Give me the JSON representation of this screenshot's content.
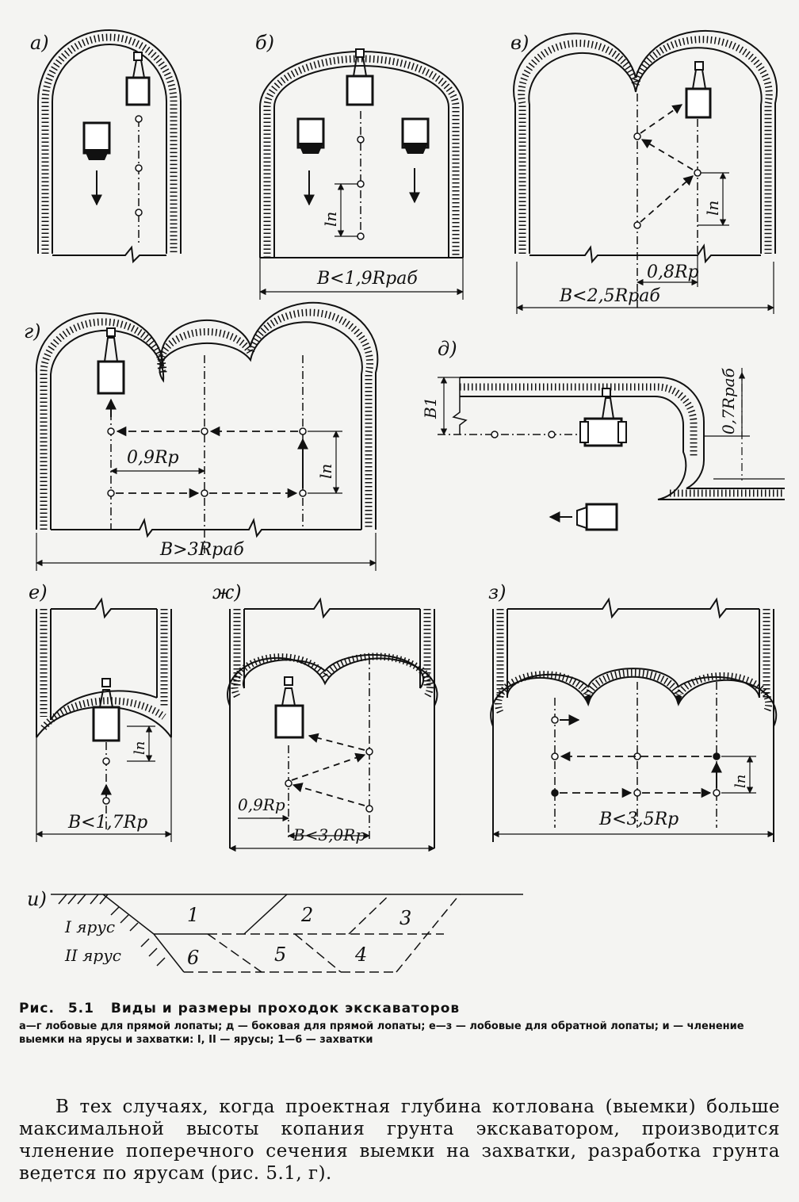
{
  "figure": {
    "panels": {
      "a": "а)",
      "b": "б)",
      "v": "в)",
      "g": "г)",
      "d": "д)",
      "e": "е)",
      "zh": "ж)",
      "z": "з)",
      "i": "и)"
    },
    "dims": {
      "b_width": "B<1,9Rраб",
      "v_width": "B<2,5Rраб",
      "v_step": "0,8Rр",
      "g_width": "B>3Rраб",
      "g_step": "0,9Rр",
      "d_b1": "B1",
      "d_r": "0,7Rраб",
      "e_width": "B<1,7Rр",
      "zh_step": "0,9Rр",
      "zh_width": "B<3,0Rр",
      "z_width": "B<3,5Rр",
      "lp": "lп"
    },
    "tiers": {
      "tier1": "I ярус",
      "tier2": "II ярус",
      "zones": [
        "1",
        "2",
        "3",
        "4",
        "5",
        "6"
      ]
    }
  },
  "caption": {
    "label": "Рис.",
    "number": "5.1",
    "title": "Виды и размеры проходок экскаваторов",
    "description": "а—г лобовые для прямой лопаты; д — боковая для прямой лопаты; е—з — лобовые для обратной лопаты; и — членение выемки на ярусы и захватки: I, II — ярусы; 1—6 — захватки"
  },
  "body_text": "В тех случаях, когда проектная глубина котлована (выемки) больше максимальной высоты копания грунта экскаватором, производится членение поперечного сечения выемки на захватки, разработка грунта ведется по ярусам (рис. 5.1, г)."
}
